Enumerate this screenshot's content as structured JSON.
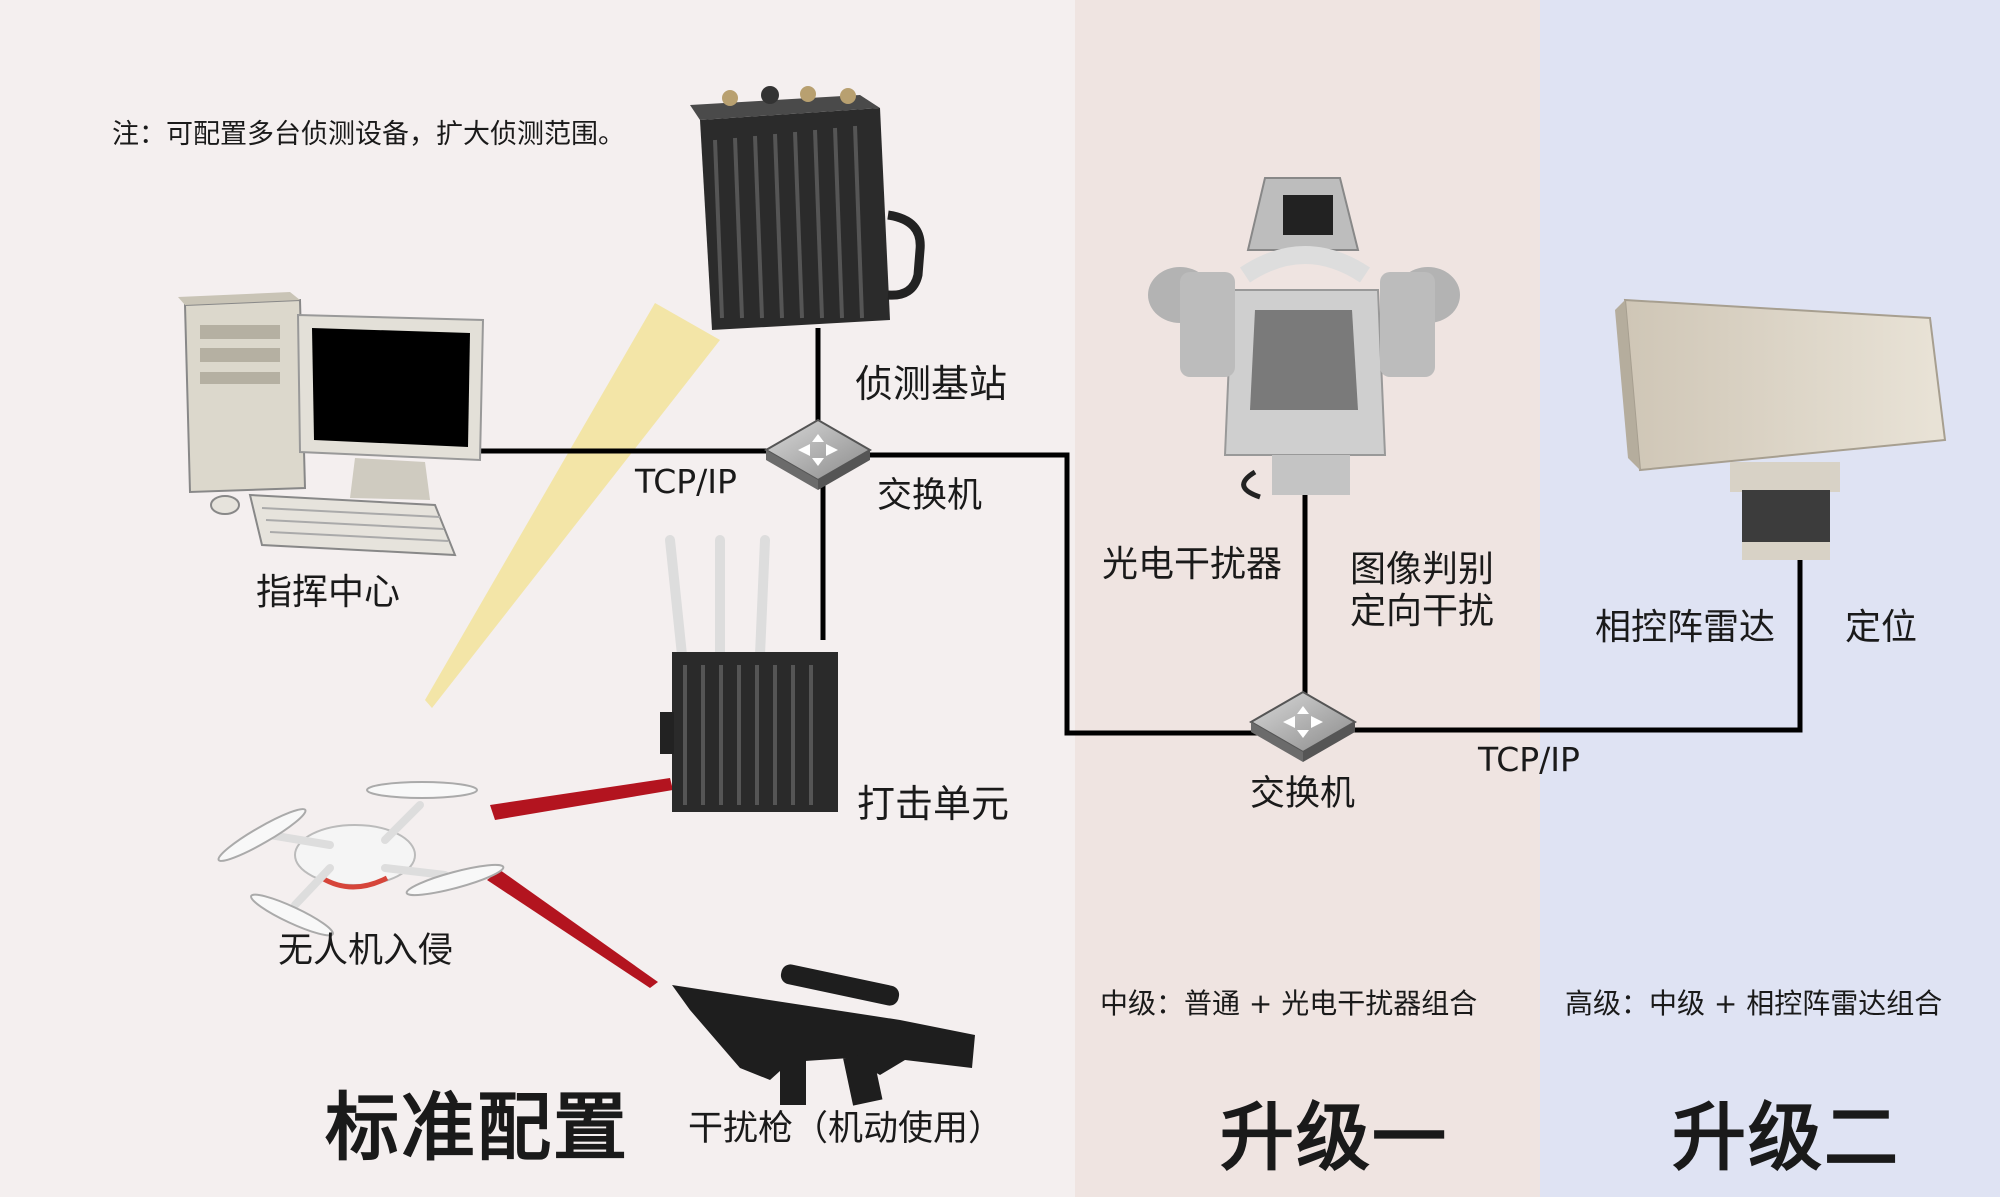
{
  "note": "注：可配置多台侦测设备，扩大侦测范围。",
  "zones": {
    "standard": "标准配置",
    "upgrade1": "升级一",
    "upgrade2": "升级二"
  },
  "labels": {
    "detection_base": "侦测基站",
    "switch_1": "交换机",
    "switch_2": "交换机",
    "tcpip_1": "TCP/IP",
    "tcpip_2": "TCP/IP",
    "command_center": "指挥中心",
    "strike_unit": "打击单元",
    "drone_intrusion": "无人机入侵",
    "jammer_gun": "干扰枪（机动使用）",
    "eo_jammer": "光电干扰器",
    "image_judge_line1": "图像判别",
    "image_judge_line2": "定向干扰",
    "phased_radar": "相控阵雷达",
    "positioning": "定位"
  },
  "captions": {
    "upgrade1_desc": "中级：普通 + 光电干扰器组合",
    "upgrade2_desc": "高级：中级 + 相控阵雷达组合"
  },
  "colors": {
    "zone_standard": "#f4efef",
    "zone_upgrade1": "#efe4e1",
    "zone_upgrade2": "#dfe3f3",
    "beam_detect": "#f2e39a",
    "beam_strike": "#b3141f",
    "line": "#000000"
  }
}
